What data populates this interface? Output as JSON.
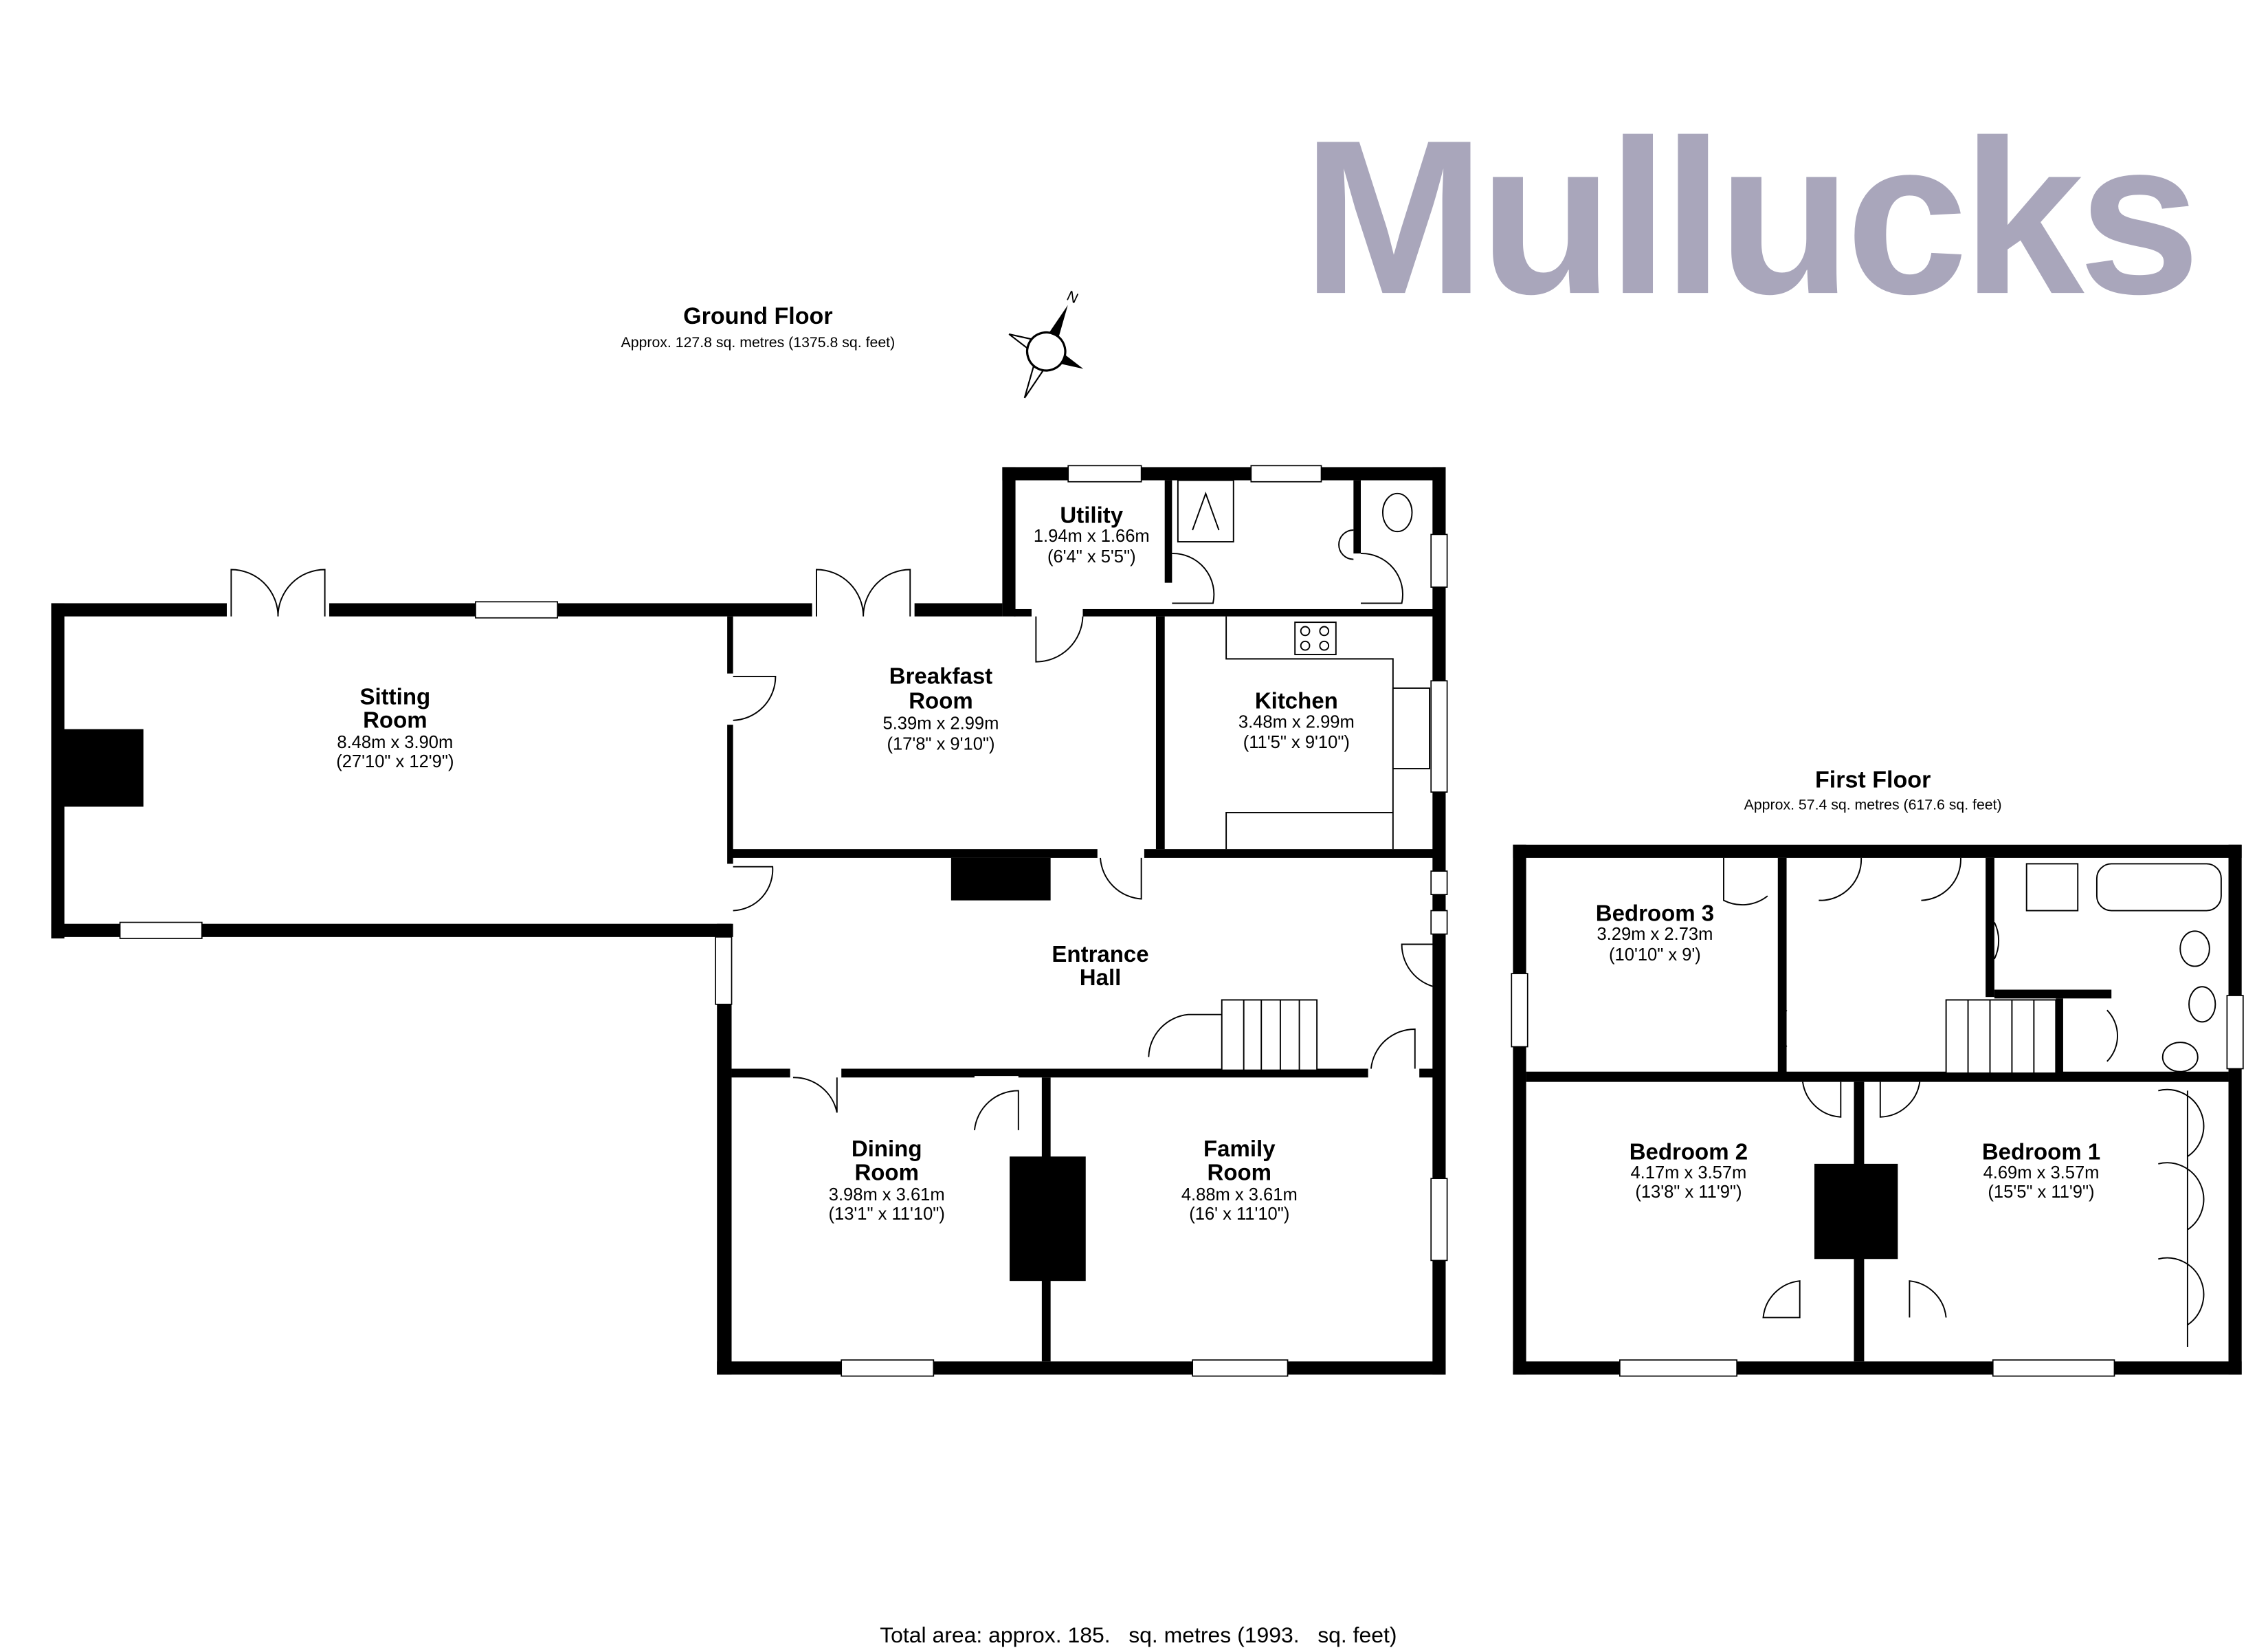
{
  "logo": {
    "text": "Mullucks",
    "color": "#a9a6bb"
  },
  "ground_floor": {
    "title": "Ground Floor",
    "area": "Approx. 127.8 sq. metres (1375.8 sq. feet)",
    "compass_label": "N",
    "rooms": {
      "sitting": {
        "name1": "Sitting",
        "name2": "Room",
        "metric": "8.48m x 3.90m",
        "imperial": "(27'10\" x 12'9\")"
      },
      "breakfast": {
        "name1": "Breakfast",
        "name2": "Room",
        "metric": "5.39m x 2.99m",
        "imperial": "(17'8\" x 9'10\")"
      },
      "utility": {
        "name1": "Utility",
        "metric": "1.94m x 1.66m",
        "imperial": "(6'4\" x 5'5\")"
      },
      "kitchen": {
        "name1": "Kitchen",
        "metric": "3.48m x 2.99m",
        "imperial": "(11'5\" x 9'10\")"
      },
      "hall": {
        "name1": "Entrance",
        "name2": "Hall"
      },
      "dining": {
        "name1": "Dining",
        "name2": "Room",
        "metric": "3.98m x 3.61m",
        "imperial": "(13'1\" x 11'10\")"
      },
      "family": {
        "name1": "Family",
        "name2": "Room",
        "metric": "4.88m x 3.61m",
        "imperial": "(16' x 11'10\")"
      }
    }
  },
  "first_floor": {
    "title": "First Floor",
    "area": "Approx. 57.4 sq. metres (617.6 sq. feet)",
    "rooms": {
      "bedroom3": {
        "name1": "Bedroom 3",
        "metric": "3.29m x 2.73m",
        "imperial": "(10'10\" x 9')"
      },
      "bedroom2": {
        "name1": "Bedroom 2",
        "metric": "4.17m x 3.57m",
        "imperial": "(13'8\" x 11'9\")"
      },
      "bedroom1": {
        "name1": "Bedroom 1",
        "metric": "4.69m x 3.57m",
        "imperial": "(15'5\" x 11'9\")"
      }
    }
  },
  "total_area": "Total area: approx. 185.   sq. metres (1993.   sq. feet)"
}
